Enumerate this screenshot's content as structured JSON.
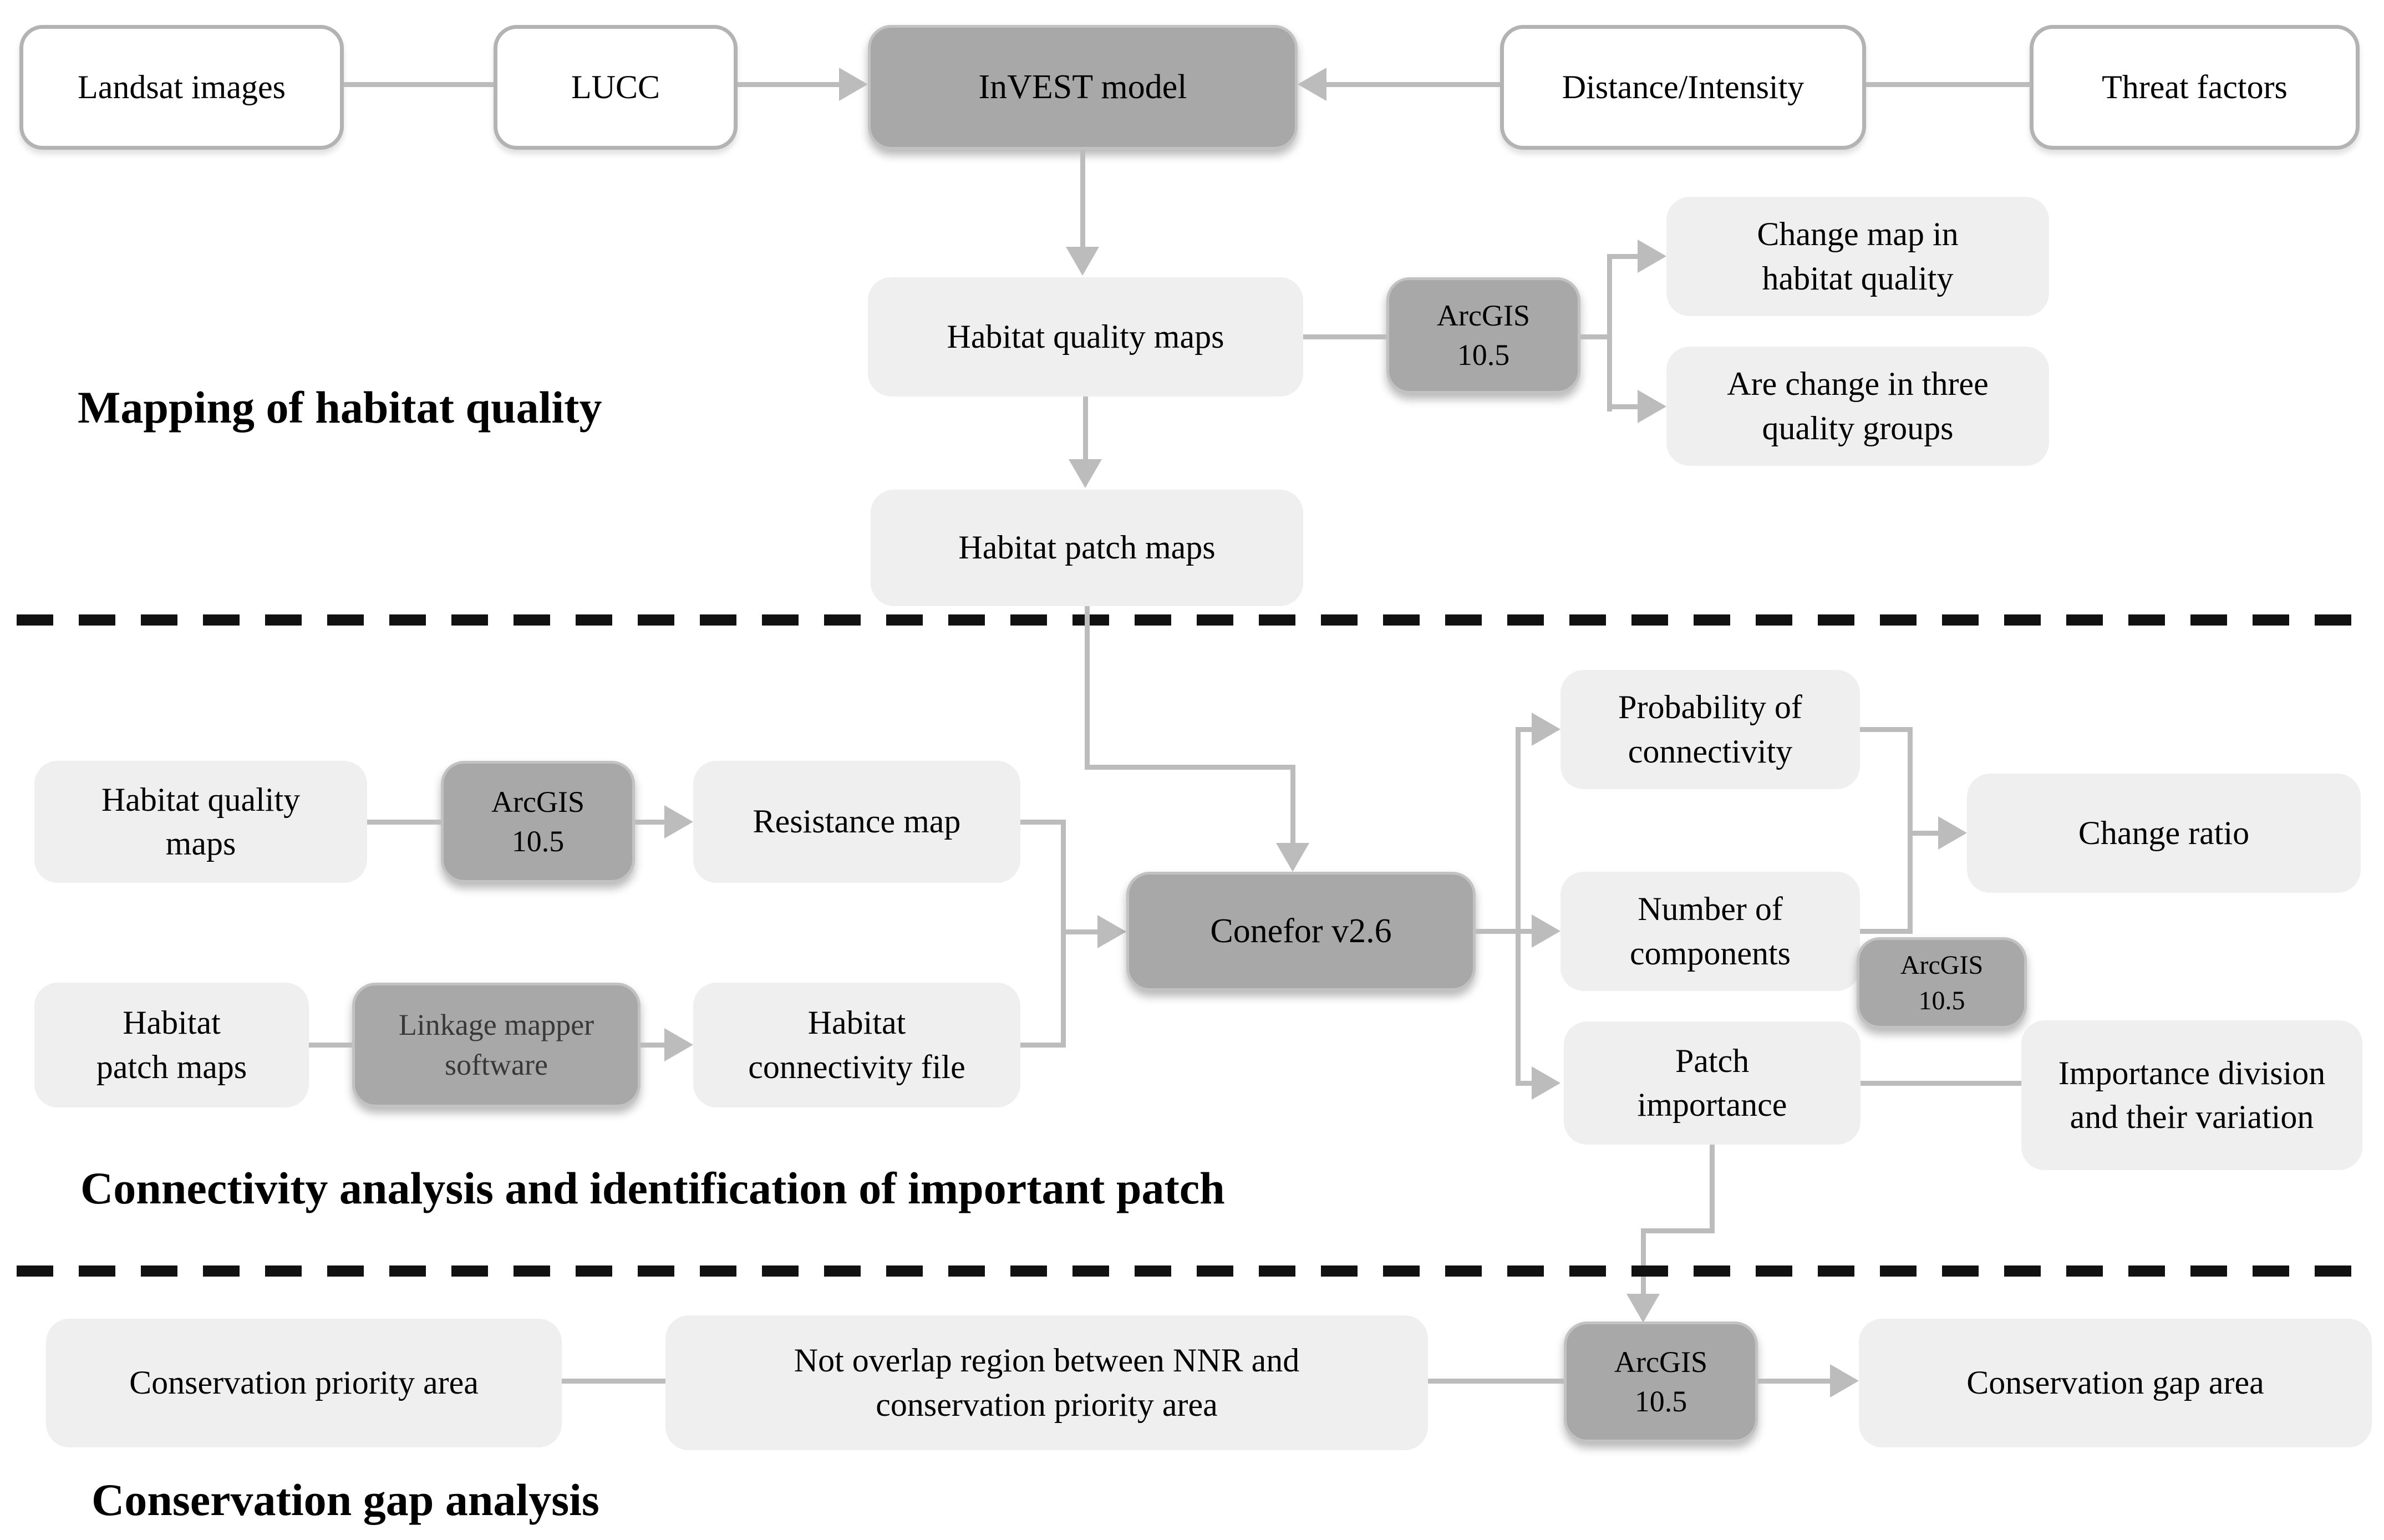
{
  "diagram": {
    "section_labels": [
      "Mapping of habitat quality",
      "Connectivity analysis and identification of important patch",
      "Conservation gap analysis"
    ],
    "nodes": {
      "landsat": {
        "label": "Landsat images"
      },
      "lucc": {
        "label": "LUCC"
      },
      "invest": {
        "label": "InVEST model"
      },
      "distance_intensity": {
        "label": "Distance/Intensity"
      },
      "threat_factors": {
        "label": "Threat factors"
      },
      "habitat_quality_maps_top": {
        "label": "Habitat quality maps"
      },
      "arcgis": {
        "l1": "ArcGIS",
        "l2": "10.5"
      },
      "change_map": {
        "l1": "Change map in",
        "l2": "habitat quality"
      },
      "are_change": {
        "l1": "Are change in three",
        "l2": "quality groups"
      },
      "habitat_patch_maps_top": {
        "label": "Habitat patch maps"
      },
      "habitat_quality_maps_mid": {
        "l1": "Habitat quality",
        "l2": "maps"
      },
      "resistance_map": {
        "label": "Resistance map"
      },
      "habitat_patch_maps_mid": {
        "l1": "Habitat",
        "l2": "patch maps"
      },
      "linkage_mapper": {
        "l1": "Linkage mapper",
        "l2": "software"
      },
      "habitat_connectivity_file": {
        "l1": "Habitat",
        "l2": "connectivity file"
      },
      "conefor": {
        "label": "Conefor v2.6"
      },
      "probability_of_connectivity": {
        "l1": "Probability of",
        "l2": "connectivity"
      },
      "number_of_components": {
        "l1": "Number of",
        "l2": "components"
      },
      "change_ratio": {
        "label": "Change ratio"
      },
      "patch_importance": {
        "l1": "Patch",
        "l2": "importance"
      },
      "importance_division": {
        "l1": "Importance division",
        "l2": "and their variation"
      },
      "conservation_priority_area": {
        "label": "Conservation priority  area"
      },
      "not_overlap": {
        "l1": "Not overlap region between NNR and",
        "l2": "conservation priority area"
      },
      "conservation_gap_area": {
        "label": "Conservation gap area"
      }
    },
    "colors": {
      "node_light": "#efefef",
      "node_dark": "#a8a8a8",
      "node_white_border": "#b3b3b3",
      "connector": "#bcbcbc",
      "divider": "#111111"
    }
  }
}
